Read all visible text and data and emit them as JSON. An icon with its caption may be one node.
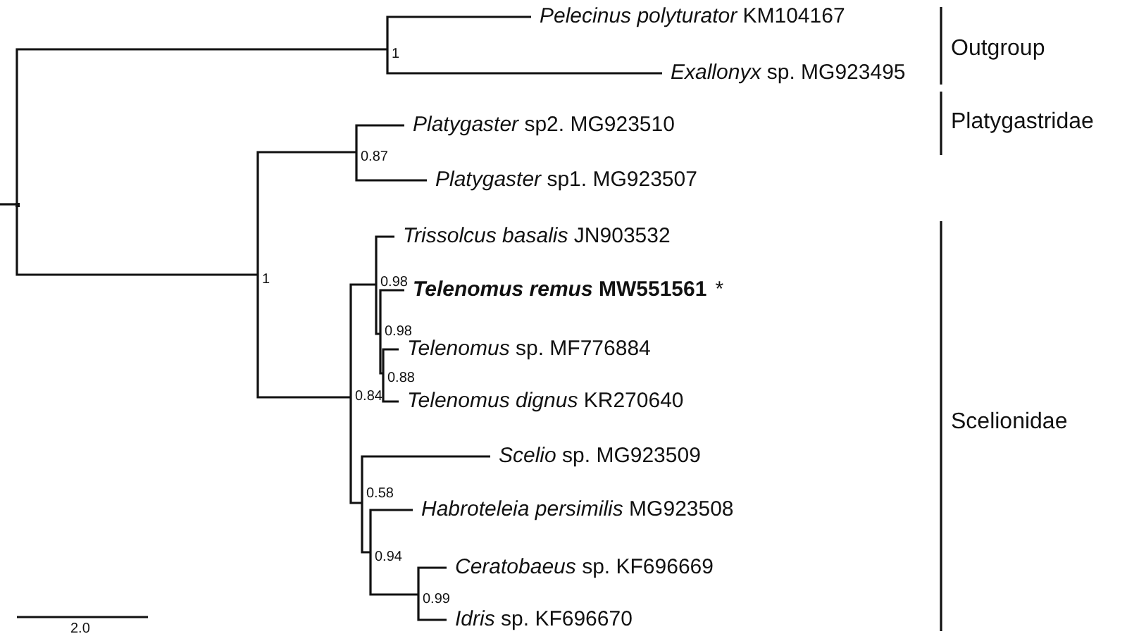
{
  "diagram": {
    "nodes": [
      {
        "text": [],
        "shape": "point"
      },
      {
        "text": [
          "1"
        ]
      },
      {
        "text": [
          "*Pelecinus polyturator*  KM104167"
        ]
      },
      {
        "text": [
          "*Exallonyx* sp. MG923495"
        ]
      },
      {
        "text": [
          "1"
        ]
      },
      {
        "text": [
          "0.87"
        ]
      },
      {
        "text": [
          "*Platygaster* sp2. MG923510"
        ]
      },
      {
        "text": [
          "*Platygaster* sp1. MG923507"
        ]
      },
      {
        "text": [
          "0.84"
        ]
      },
      {
        "text": [
          "0.98"
        ]
      },
      {
        "text": [
          "*Trissolcus basalis* JN903532"
        ]
      },
      {
        "text": [
          "0.98"
        ]
      },
      {
        "text": [
          "***Telenomus remus* MW551561**"
        ],
        "beside": [
          "*"
        ]
      },
      {
        "text": [
          "0.88"
        ]
      },
      {
        "text": [
          "*Telenomus* sp. MF776884"
        ]
      },
      {
        "text": [
          "*Telenomus dignus* KR270640"
        ]
      },
      {
        "text": [
          "0.58"
        ]
      },
      {
        "text": [
          "*Scelio* sp. MG923509"
        ]
      },
      {
        "text": [
          "0.94"
        ]
      },
      {
        "text": [
          "*Habroteleia persimilis* MG923508"
        ]
      },
      {
        "text": [
          "0.99"
        ]
      },
      {
        "text": [
          "*Ceratobaeus* sp. KF696669"
        ]
      },
      {
        "text": [
          "*Idris* sp. KF696670"
        ]
      }
    ],
    "edges": [
      {
        "from": null,
        "to": 0,
        "arrow": "none"
      },
      {
        "from": 0,
        "to": 1,
        "arrow": "none"
      },
      {
        "from": 0,
        "to": 4,
        "arrow": "none"
      },
      {
        "from": 1,
        "to": 2,
        "arrow": "none"
      },
      {
        "from": 1,
        "to": 3,
        "arrow": "none"
      },
      {
        "from": 4,
        "to": 5,
        "arrow": "none"
      },
      {
        "from": 4,
        "to": 8,
        "arrow": "none"
      },
      {
        "from": 5,
        "to": 6,
        "arrow": "none"
      },
      {
        "from": 5,
        "to": 7,
        "arrow": "none"
      },
      {
        "from": 8,
        "to": 9,
        "arrow": "none"
      },
      {
        "from": 8,
        "to": 16,
        "arrow": "none"
      },
      {
        "from": 9,
        "to": 10,
        "arrow": "none"
      },
      {
        "from": 9,
        "to": 11,
        "arrow": "none"
      },
      {
        "from": 11,
        "to": 12,
        "arrow": "none"
      },
      {
        "from": 11,
        "to": 13,
        "arrow": "none"
      },
      {
        "from": 13,
        "to": 14,
        "arrow": "none"
      },
      {
        "from": 13,
        "to": 15,
        "arrow": "none"
      },
      {
        "from": 16,
        "to": 17,
        "arrow": "none"
      },
      {
        "from": 16,
        "to": 18,
        "arrow": "none"
      },
      {
        "from": 18,
        "to": 19,
        "arrow": "none"
      },
      {
        "from": 18,
        "to": 20,
        "arrow": "none"
      },
      {
        "from": 20,
        "to": 21,
        "arrow": "none"
      },
      {
        "from": 20,
        "to": 22,
        "arrow": "none"
      }
    ],
    "labels": [
      "Outgroup",
      "Platygastridae",
      "Scelionidae",
      "2.0"
    ]
  }
}
